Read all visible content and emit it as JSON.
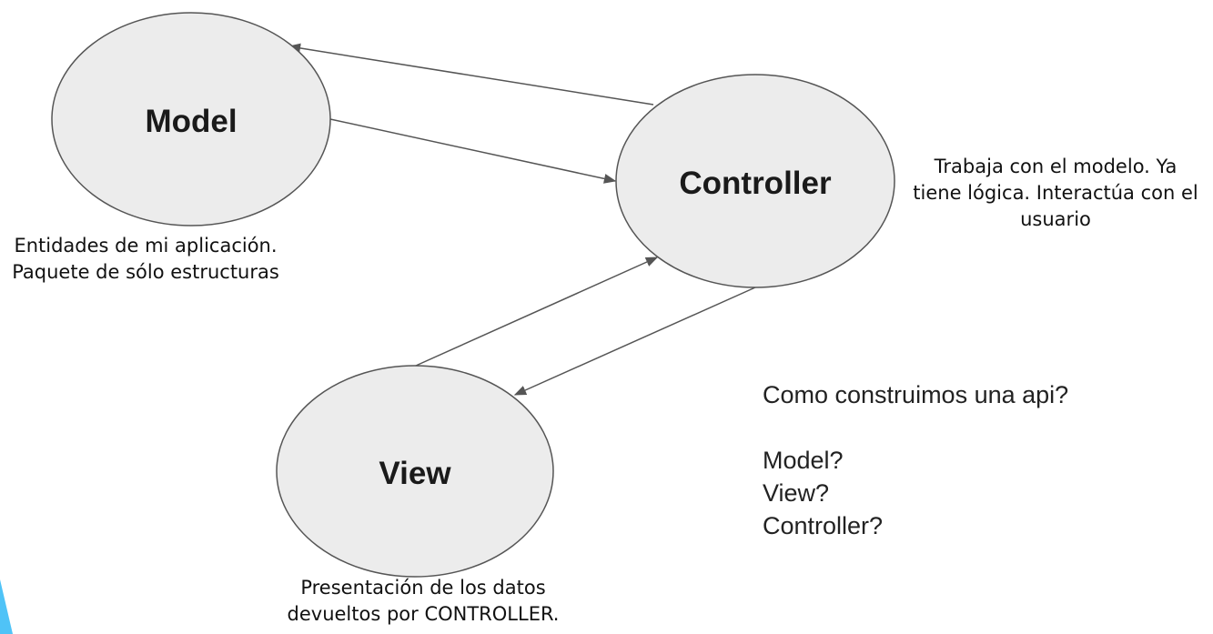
{
  "nodes": {
    "model": {
      "label": "Model"
    },
    "controller": {
      "label": "Controller"
    },
    "view": {
      "label": "View"
    }
  },
  "notes": {
    "model": [
      "Entidades de mi aplicación.",
      "Paquete de sólo estructuras"
    ],
    "controller": [
      "Trabaja con el modelo. Ya",
      "tiene lógica. Interactúa con el",
      "usuario"
    ],
    "view": [
      "Presentación de los datos",
      "devueltos por CONTROLLER."
    ]
  },
  "questions": {
    "heading": "Como construimos una api?",
    "items": [
      "Model?",
      "View?",
      "Controller?"
    ]
  },
  "colors": {
    "node_fill": "#ececec",
    "stroke": "#555555",
    "accent": "#4fc3f7"
  }
}
